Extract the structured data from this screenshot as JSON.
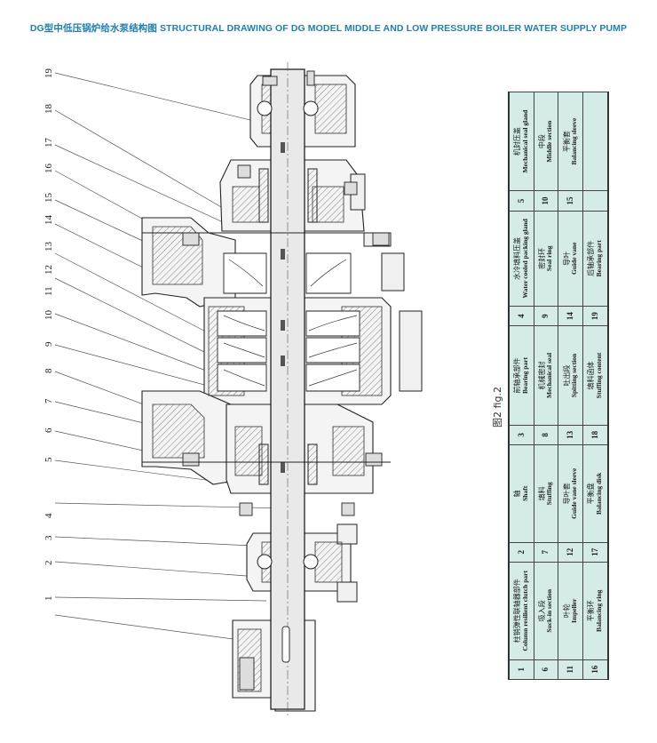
{
  "title": "DG型中低压锅炉给水泵结构图  STRUCTURAL DRAWING OF DG MODEL MIDDLE AND LOW PRESSURE BOILER WATER SUPPLY PUMP",
  "figure_caption": "图2 fig.2",
  "callouts": [
    "1",
    "2",
    "3",
    "4",
    "5",
    "6",
    "7",
    "8",
    "9",
    "10",
    "11",
    "12",
    "13",
    "14",
    "15",
    "16",
    "17",
    "18",
    "19"
  ],
  "parts_table": {
    "rows": [
      [
        {
          "num": "1",
          "cn": "柱销弹性联轴器部件",
          "en": "Column resilient clutch part"
        },
        {
          "num": "2",
          "cn": "轴",
          "en": "Shaft"
        },
        {
          "num": "3",
          "cn": "前轴承部件",
          "en": "Bearing part"
        },
        {
          "num": "4",
          "cn": "水冷填料压盖",
          "en": "Water cooled packing gland"
        },
        {
          "num": "5",
          "cn": "机封压盖",
          "en": "Mechanical seal gland"
        }
      ],
      [
        {
          "num": "6",
          "cn": "吸入段",
          "en": "Suck-in section"
        },
        {
          "num": "7",
          "cn": "填料",
          "en": "Stuffing"
        },
        {
          "num": "8",
          "cn": "机械密封",
          "en": "Mechanical seal"
        },
        {
          "num": "9",
          "cn": "密封环",
          "en": "Seal ring"
        },
        {
          "num": "10",
          "cn": "中段",
          "en": "Middle section"
        }
      ],
      [
        {
          "num": "11",
          "cn": "叶轮",
          "en": "Impeller"
        },
        {
          "num": "12",
          "cn": "导叶套",
          "en": "Guide vane sleeve"
        },
        {
          "num": "13",
          "cn": "吐出段",
          "en": "Spitting section"
        },
        {
          "num": "14",
          "cn": "导叶",
          "en": "Guide vane"
        },
        {
          "num": "15",
          "cn": "平衡套",
          "en": "Balancing sleeve"
        }
      ],
      [
        {
          "num": "16",
          "cn": "平衡环",
          "en": "Balancing ring"
        },
        {
          "num": "17",
          "cn": "平衡盘",
          "en": "Balancing disk"
        },
        {
          "num": "18",
          "cn": "填料函体",
          "en": "Stuffing content"
        },
        {
          "num": "19",
          "cn": "后轴承部件",
          "en": "Bearing part"
        },
        {
          "num": "",
          "cn": "",
          "en": ""
        }
      ]
    ]
  }
}
